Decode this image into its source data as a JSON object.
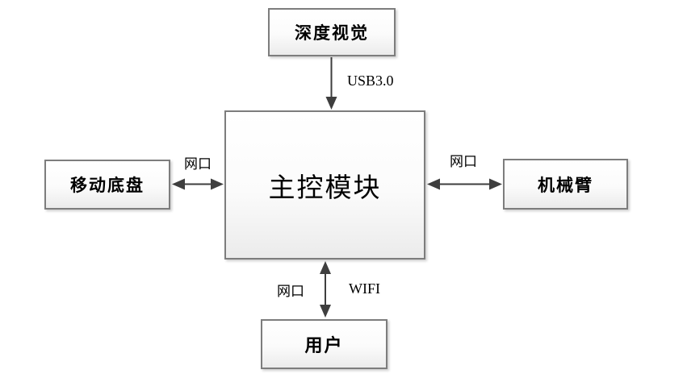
{
  "diagram": {
    "title": "robot-system-architecture-block-diagram",
    "nodes": {
      "depth_vision": {
        "label": "深度视觉"
      },
      "main_control": {
        "label": "主控模块"
      },
      "mobile_chassis": {
        "label": "移动底盘"
      },
      "robot_arm": {
        "label": "机械臂"
      },
      "user": {
        "label": "用户"
      }
    },
    "edges": [
      {
        "from": "depth_vision",
        "to": "main_control",
        "label": "USB3.0",
        "direction": "one-way-down"
      },
      {
        "from": "mobile_chassis",
        "to": "main_control",
        "label": "网口",
        "direction": "two-way"
      },
      {
        "from": "main_control",
        "to": "robot_arm",
        "label": "网口",
        "direction": "two-way"
      },
      {
        "from": "main_control",
        "to": "user",
        "label": "网口 / WIFI",
        "direction": "two-way"
      }
    ],
    "edge_labels": {
      "usb": "USB3.0",
      "lan_left": "网口",
      "lan_right": "网口",
      "lan_bottom": "网口",
      "wifi": "WIFI"
    },
    "colors": {
      "background": "#ffffff",
      "box_border": "#7d7d7d",
      "box_fill_top": "#ffffff",
      "box_fill_bottom": "#ebebeb",
      "arrow": "#3e3e3e",
      "text": "#000000"
    }
  }
}
